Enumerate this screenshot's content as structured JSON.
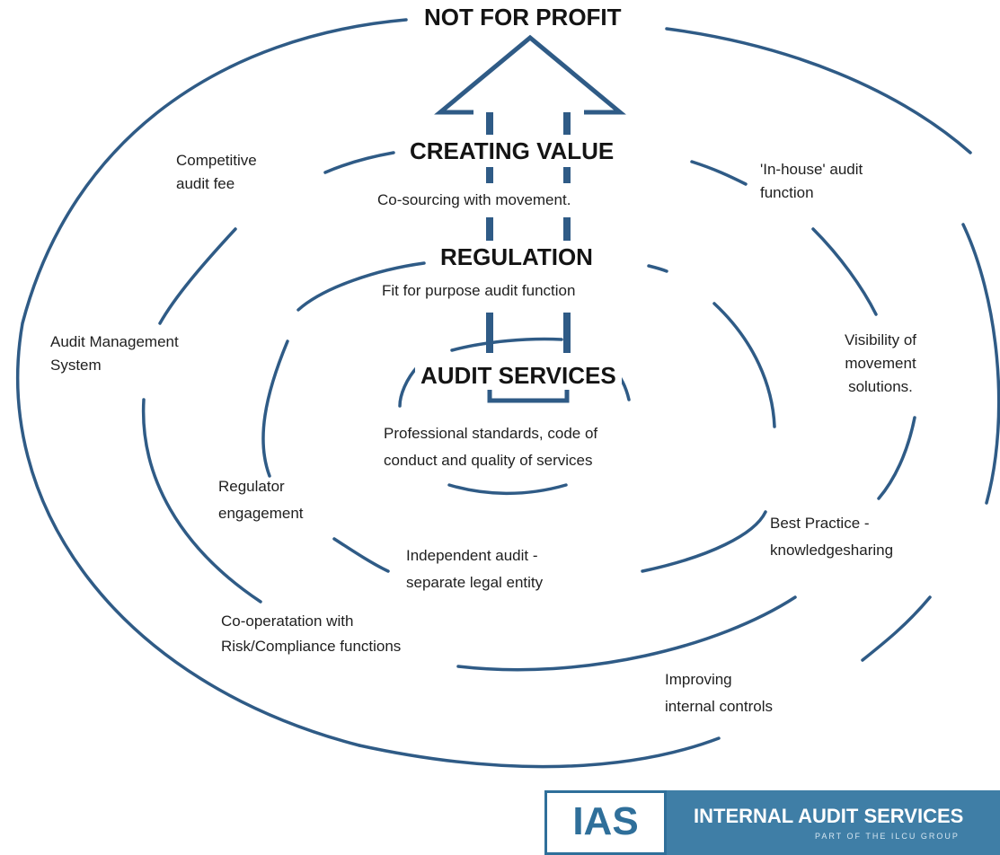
{
  "levels": {
    "outer": "NOT FOR PROFIT",
    "ring2": "CREATING VALUE",
    "ring3": "REGULATION",
    "core": "AUDIT SERVICES"
  },
  "subtitles": {
    "creating_value": "Co-sourcing with movement.",
    "regulation": "Fit for purpose audit function",
    "audit_services": [
      "Professional standards, code of",
      "conduct and quality of services"
    ]
  },
  "labels": {
    "competitive_fee": [
      "Competitive",
      "audit fee"
    ],
    "in_house": [
      "'In-house' audit",
      "function"
    ],
    "audit_mgmt": [
      "Audit Management",
      "System"
    ],
    "visibility": [
      "Visibility of",
      "movement",
      "solutions."
    ],
    "regulator": [
      "Regulator",
      "engagement"
    ],
    "best_practice": [
      "Best Practice -",
      "knowledgesharing"
    ],
    "independent": [
      "Independent audit  -",
      "separate legal entity"
    ],
    "cooperation": [
      "Co-operatation with",
      "Risk/Compliance functions"
    ],
    "improving": [
      "Improving",
      "internal controls"
    ]
  },
  "logo": {
    "mark": "IAS",
    "name": "INTERNAL AUDIT SERVICES",
    "tagline": "PART OF THE ILCU GROUP"
  },
  "colors": {
    "ring": "#2f5b86",
    "logo_band": "#3f7ea6"
  }
}
